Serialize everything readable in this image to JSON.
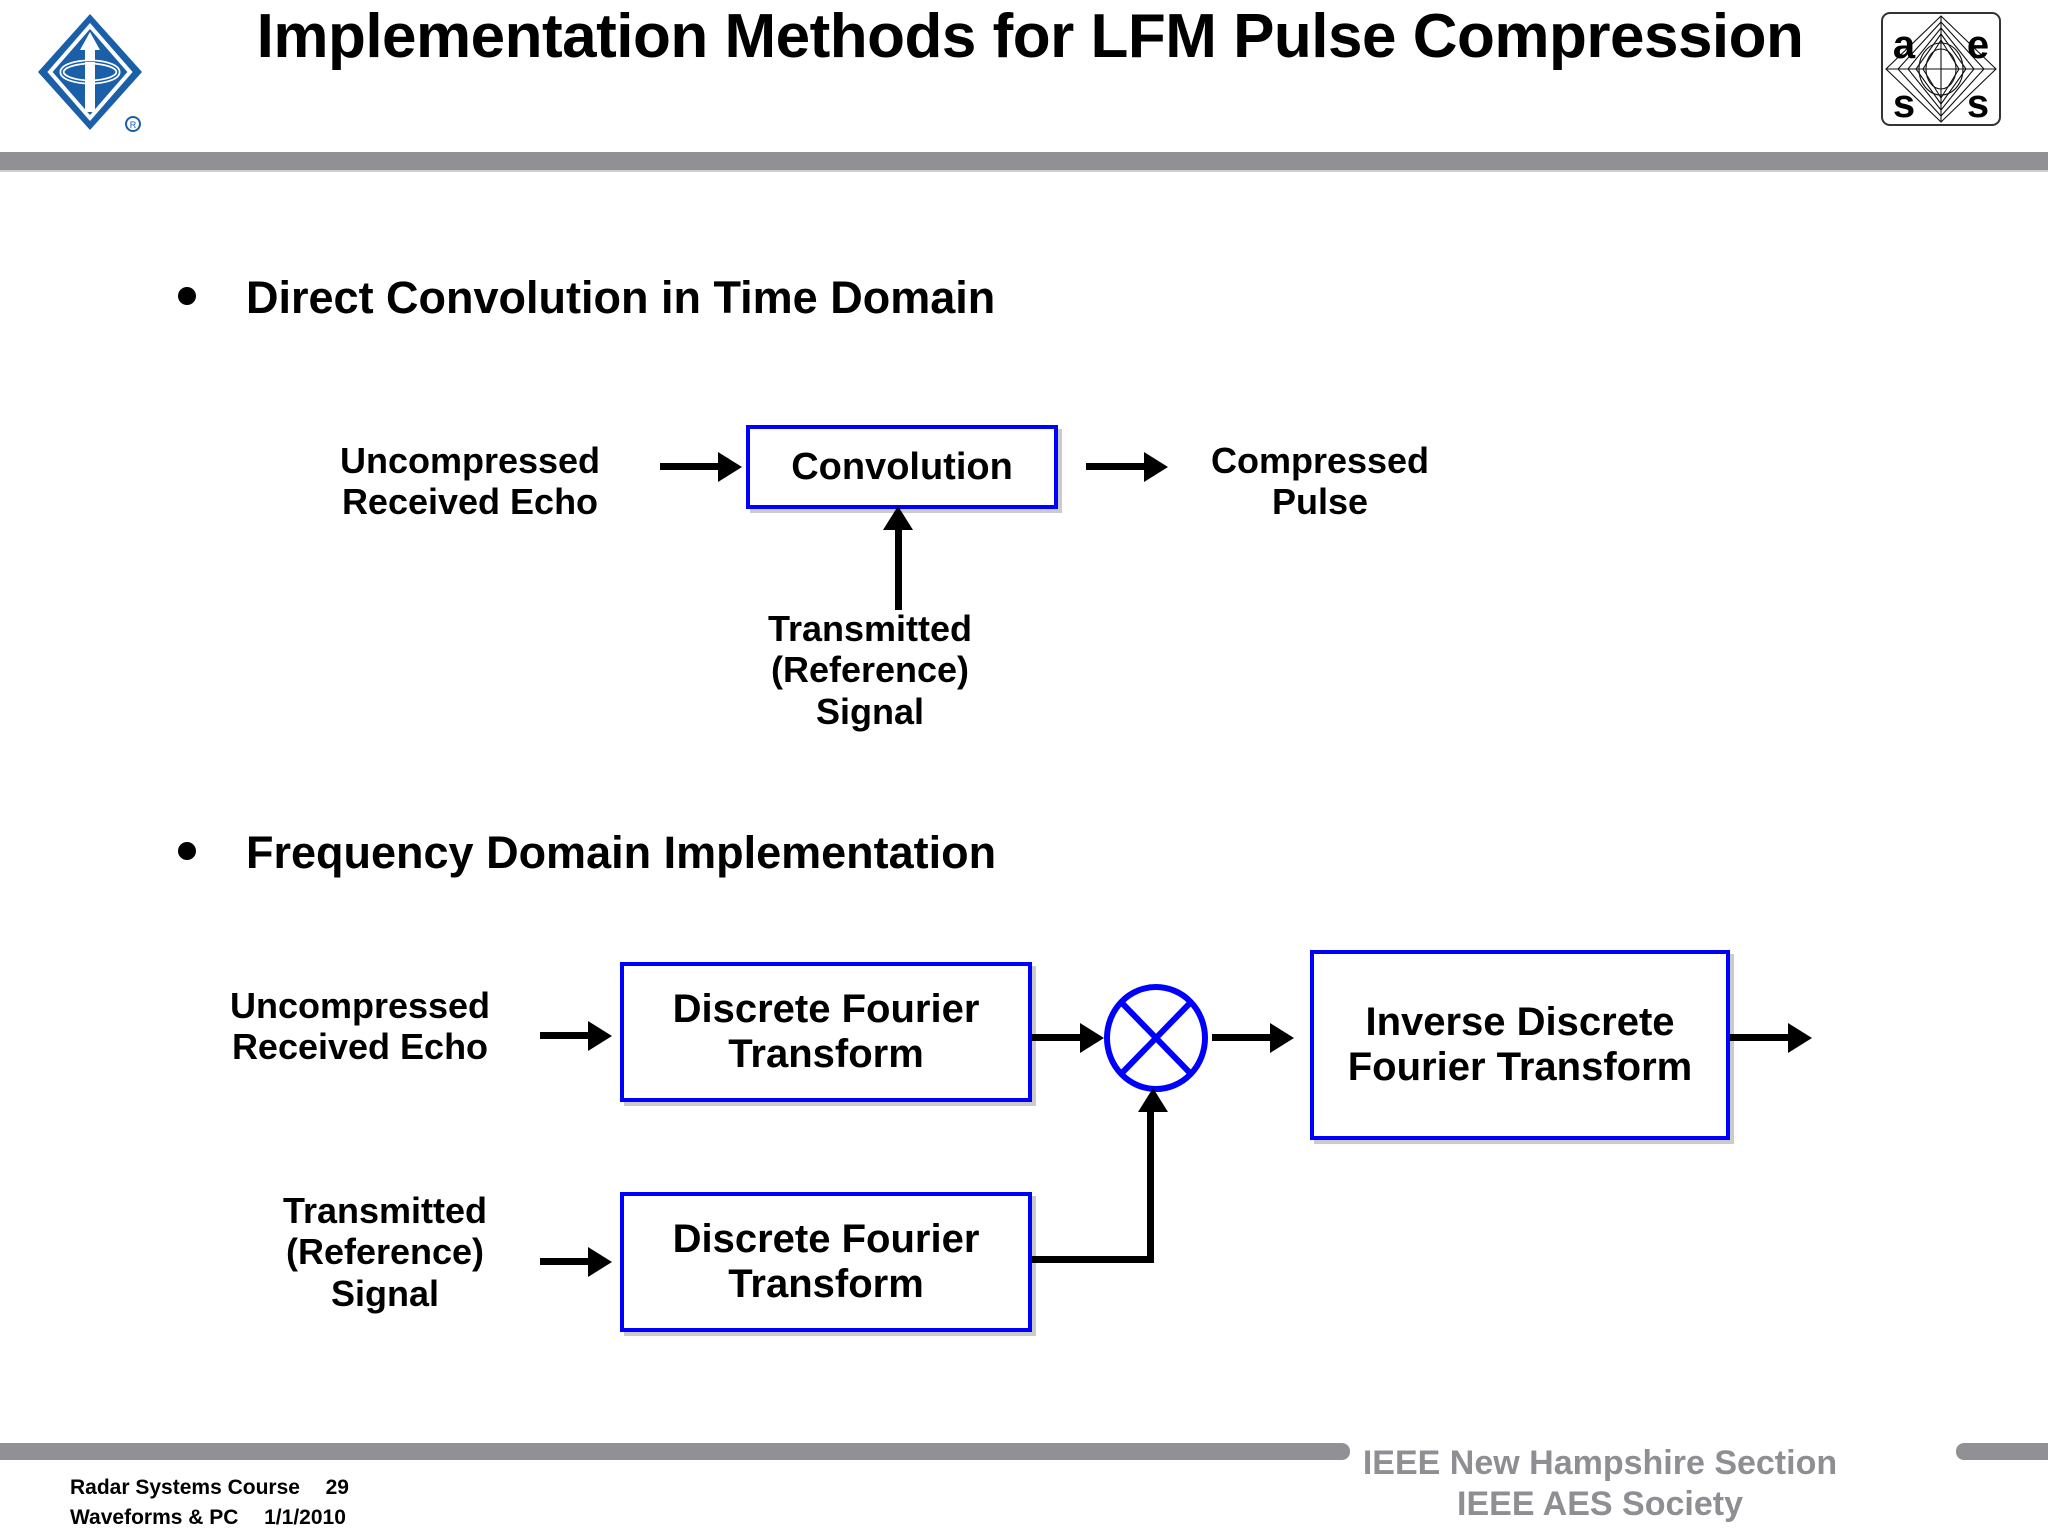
{
  "header": {
    "title": "Implementation Methods for LFM Pulse Compression",
    "left_logo": "ieee-diamond-logo",
    "right_logo": "aess-radar-diamond-logo",
    "aess_letters": [
      "a",
      "e",
      "s",
      "s"
    ]
  },
  "bullets": [
    {
      "id": "direct-convolution",
      "label": "Direct Convolution in Time Domain"
    },
    {
      "id": "frequency-domain",
      "label": "Frequency Domain Implementation"
    }
  ],
  "diagram_time_domain": {
    "input_label": "Uncompressed\nReceived Echo",
    "block_label": "Convolution",
    "output_label": "Compressed\nPulse",
    "reference_label": "Transmitted\n(Reference)\nSignal"
  },
  "diagram_frequency_domain": {
    "input_top_label": "Uncompressed\nReceived Echo",
    "block_top_label": "Discrete Fourier\nTransform",
    "input_bottom_label": "Transmitted\n(Reference)\nSignal",
    "block_bottom_label": "Discrete Fourier\nTransform",
    "multiplier_symbol": "multiply-circle-x",
    "block_output_label": "Inverse\nDiscrete Fourier\nTransform"
  },
  "footer": {
    "course": "Radar Systems Course",
    "slide_number": "29",
    "topic": "Waveforms & PC",
    "date": "1/1/2010",
    "org_line1": "IEEE New Hampshire Section",
    "org_line2": "IEEE AES Society"
  },
  "colors": {
    "block_border": "#0000FF",
    "bar_gray": "#919195",
    "footer_text_gray": "#8E8E93",
    "ieee_blue": "#1B5FA8"
  }
}
